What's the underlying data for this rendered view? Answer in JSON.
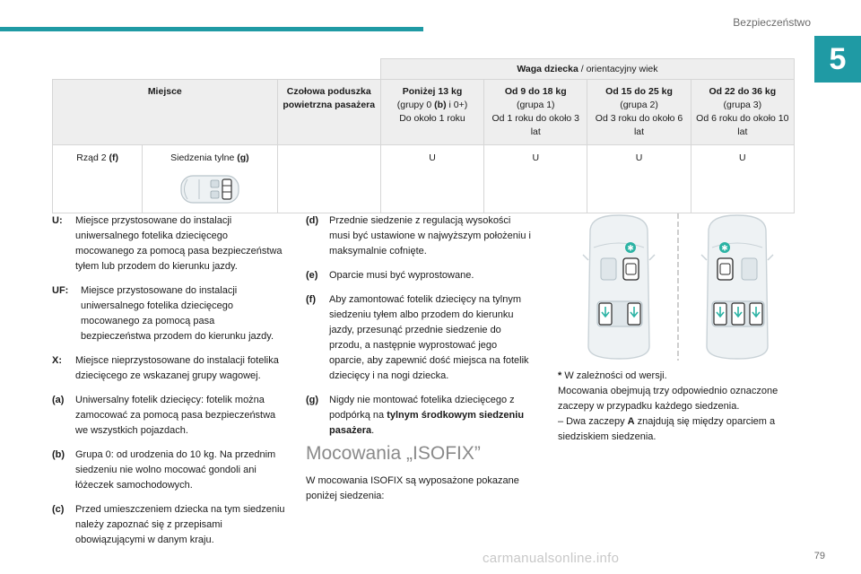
{
  "header": {
    "section": "Bezpieczeństwo",
    "chapter": "5",
    "page_number": "79",
    "accent_color": "#1f9aa4"
  },
  "table": {
    "group_header_bold": "Waga dziecka",
    "group_header_rest": " / orientacyjny wiek",
    "col_place": "Miejsce",
    "col_airbag": "Czołowa poduszka powietrzna pasażera",
    "groups": [
      {
        "title": "Poniżej 13 kg",
        "line1_pre": "(grupy 0 ",
        "line1_bold": "(b)",
        "line1_post": " i 0+)",
        "line2": "Do około 1 roku"
      },
      {
        "title": "Od 9 do 18 kg",
        "line1_pre": "(grupa 1)",
        "line1_bold": "",
        "line1_post": "",
        "line2": "Od 1 roku do około 3 lat"
      },
      {
        "title": "Od 15 do 25 kg",
        "line1_pre": "(grupa 2)",
        "line1_bold": "",
        "line1_post": "",
        "line2": "Od 3 roku do około 6 lat"
      },
      {
        "title": "Od 22 do 36 kg",
        "line1_pre": "(grupa 3)",
        "line1_bold": "",
        "line1_post": "",
        "line2": "Od 6 roku do około 10 lat"
      }
    ],
    "row": {
      "row_label": "Rząd 2 ",
      "row_note": "(f)",
      "seat_label": "Siedzenia tylne ",
      "seat_note": "(g)",
      "airbag": "",
      "values": [
        "U",
        "U",
        "U",
        "U"
      ]
    }
  },
  "notes_left": [
    {
      "key": "U:",
      "text": "Miejsce przystosowane do instalacji uniwersalnego fotelika dziecięcego mocowanego za pomocą pasa bezpieczeństwa tyłem lub przodem do kierunku jazdy."
    },
    {
      "key": "UF:",
      "text": "Miejsce przystosowane do instalacji uniwersalnego fotelika dziecięcego mocowanego za pomocą pasa bezpieczeństwa przodem do kierunku jazdy."
    },
    {
      "key": "X:",
      "text": "Miejsce nieprzystosowane do instalacji fotelika dziecięcego ze wskazanej grupy wagowej."
    },
    {
      "key": "(a)",
      "text": "Uniwersalny fotelik dziecięcy: fotelik można zamocować za pomocą pasa bezpieczeństwa we wszystkich pojazdach."
    },
    {
      "key": "(b)",
      "text": "Grupa 0: od urodzenia do 10 kg. Na przednim siedzeniu nie wolno mocować gondoli ani łóżeczek samochodowych."
    },
    {
      "key": "(c)",
      "text": "Przed umieszczeniem dziecka na tym siedzeniu należy zapoznać się z przepisami obowiązującymi w danym kraju."
    }
  ],
  "notes_mid": [
    {
      "key": "(d)",
      "text": "Przednie siedzenie z regulacją wysokości musi być ustawione w najwyższym położeniu i maksymalnie cofnięte.",
      "bold": "",
      "post": ""
    },
    {
      "key": "(e)",
      "text": "Oparcie musi być wyprostowane.",
      "bold": "",
      "post": ""
    },
    {
      "key": "(f)",
      "text": "Aby zamontować fotelik dziecięcy na tylnym siedzeniu tyłem albo przodem do kierunku jazdy, przesunąć przednie siedzenie do przodu, a następnie wyprostować jego oparcie, aby zapewnić dość miejsca na fotelik dziecięcy i na nogi dziecka.",
      "bold": "",
      "post": ""
    },
    {
      "key": "(g)",
      "text": "Nigdy nie montować fotelika dziecięcego z podpórką na ",
      "bold": "tylnym środkowym siedzeniu pasażera",
      "post": "."
    }
  ],
  "isofix": {
    "title": "Mocowania „ISOFIX”",
    "text": "W mocowania ISOFIX są wyposażone pokazane poniżej siedzenia:"
  },
  "footnote": {
    "star": "*",
    "star_text": " W zależności od wersji.",
    "line2": "Mocowania obejmują trzy odpowiednio oznaczone zaczepy w przypadku każdego siedzenia.",
    "line3_pre": "–  Dwa zaczepy ",
    "line3_bold": "A",
    "line3_post": " znajdują się między oparciem a siedziskiem siedzenia."
  },
  "watermark": "carmanualsonline.info"
}
